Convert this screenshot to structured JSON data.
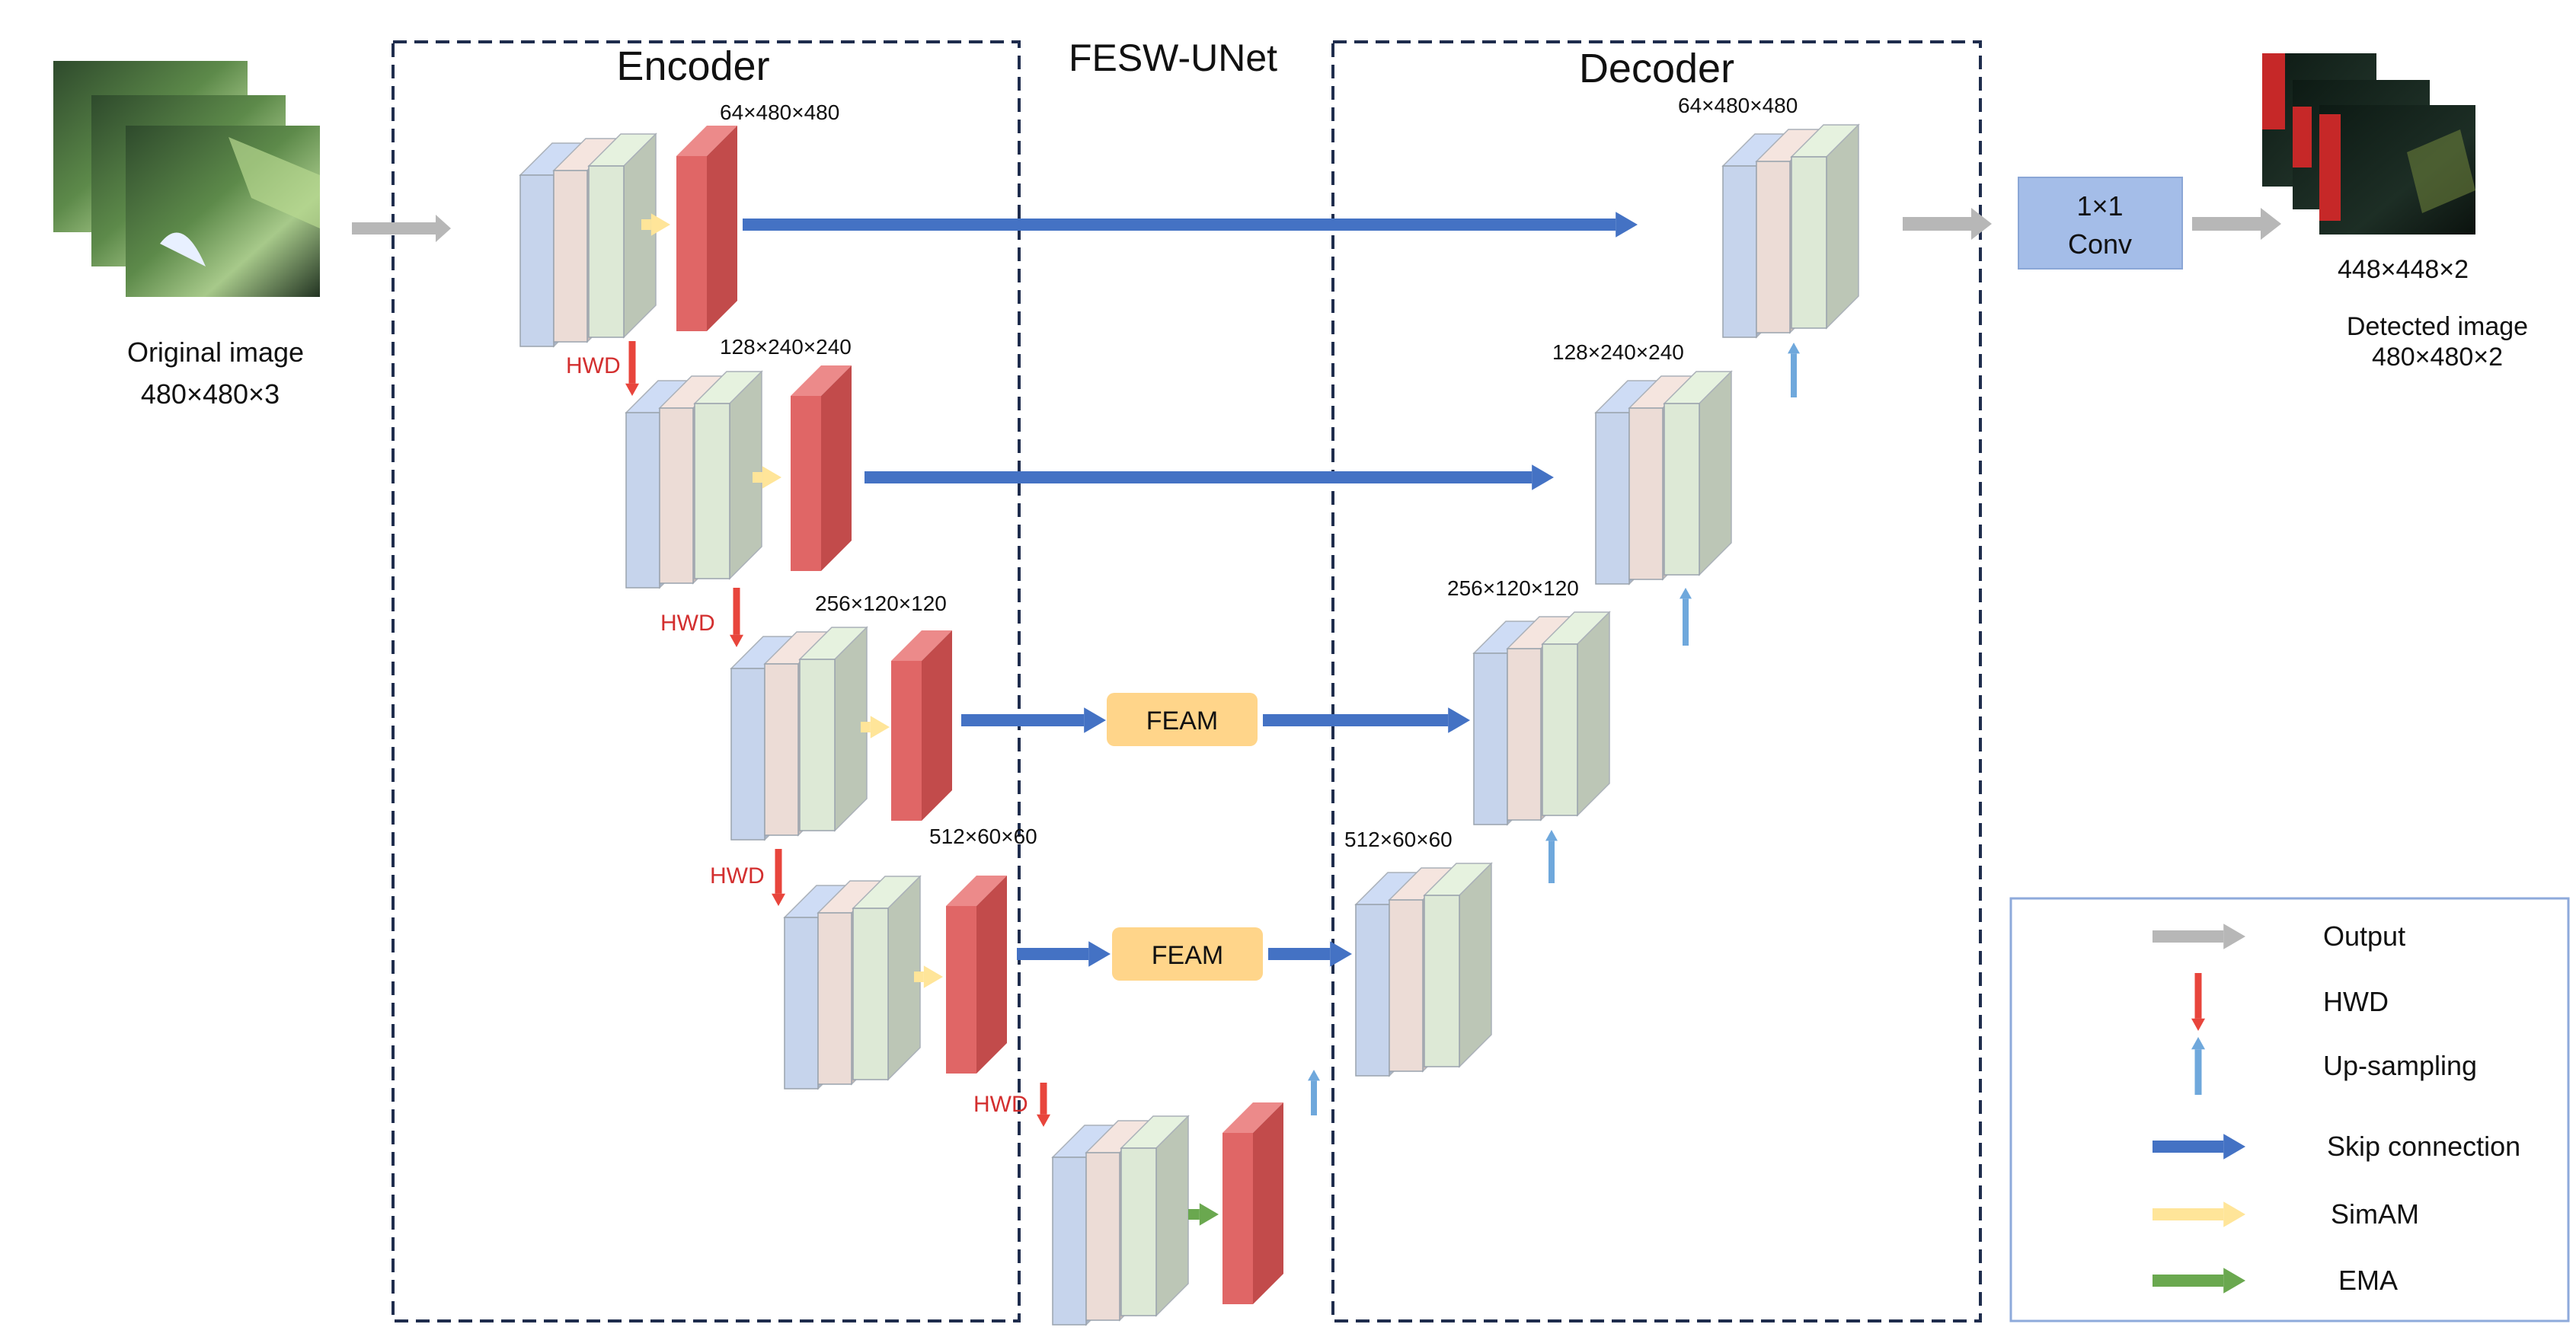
{
  "title": "FESW-UNet",
  "encoder_label": "Encoder",
  "decoder_label": "Decoder",
  "input": {
    "label": "Original image",
    "size": "480×480×3"
  },
  "output": {
    "conv_line1": "1×1",
    "conv_line2": "Conv",
    "size": "448×448×2",
    "label": "Detected image",
    "label_size": "480×480×2"
  },
  "encoder_dims": [
    "64×480×480",
    "128×240×240",
    "256×120×120",
    "512×60×60"
  ],
  "decoder_dims": [
    "64×480×480",
    "128×240×240",
    "256×120×120",
    "512×60×60"
  ],
  "hwd_label": "HWD",
  "feam_label": "FEAM",
  "legend": [
    {
      "label": "Output",
      "arrow": "gray-right-arrow"
    },
    {
      "label": "HWD",
      "arrow": "red-down-arrow"
    },
    {
      "label": "Up-sampling",
      "arrow": "lightblue-up-arrow"
    },
    {
      "label": "Skip connection",
      "arrow": "blue-right-arrow"
    },
    {
      "label": "SimAM",
      "arrow": "yellow-right-arrow"
    },
    {
      "label": "EMA",
      "arrow": "green-right-arrow"
    }
  ],
  "colors": {
    "blue_slab": "#c6d4ec",
    "pink_slab": "#ecdcd6",
    "green_slab": "#dde9d6",
    "red_slab": "#e06666",
    "skip": "#4472c4",
    "hwd": "#e8453c",
    "upsample": "#6fa8dc",
    "output": "#b7b7b7",
    "simam": "#ffe599",
    "ema": "#6aa84f",
    "feam": "#ffd58a",
    "conv": "#a4bde8",
    "dashed": "#1f2d4d"
  }
}
